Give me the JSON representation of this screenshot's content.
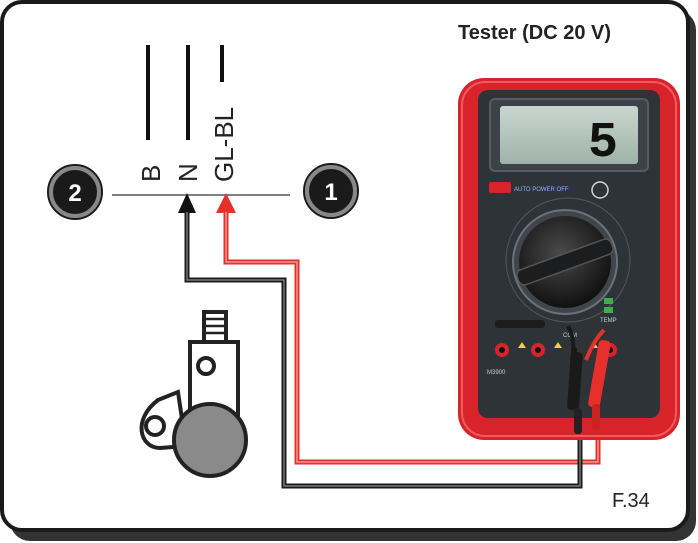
{
  "title": "Tester (DC 20 V)",
  "figure_label": "F.34",
  "wires": [
    "B",
    "N",
    "GL-BL"
  ],
  "markers": [
    {
      "id": "2",
      "label": "2"
    },
    {
      "id": "1",
      "label": "1"
    }
  ],
  "multimeter": {
    "display_reading": "5",
    "auto_power_off_label": "AUTO POWER OFF",
    "com_label": "COM",
    "temp_label": "TEMP",
    "model_label": "M3900"
  },
  "colors": {
    "probe_red": "#e8302a",
    "probe_black": "#1a1a1a",
    "meter_body": "#d9232b",
    "frame": "#1a1a1a"
  }
}
